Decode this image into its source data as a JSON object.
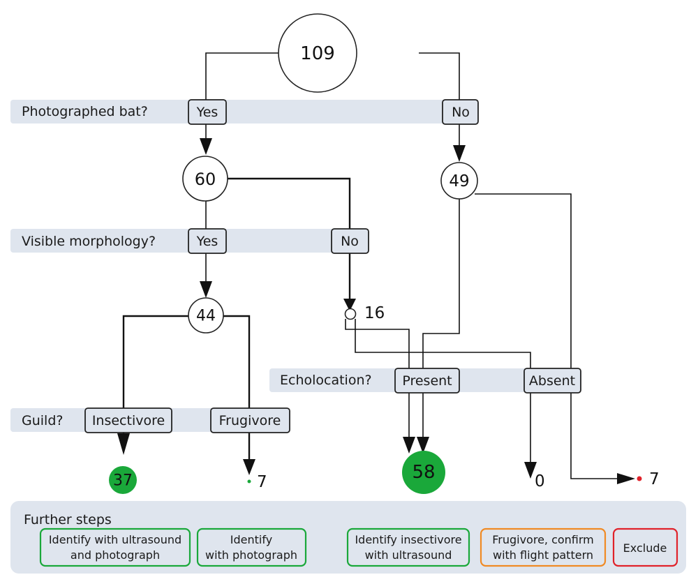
{
  "colors": {
    "green": "#1aa83a",
    "orange": "#f08a24",
    "red": "#e0222a",
    "band": "#dfe5ee",
    "ink": "#111111"
  },
  "questions": {
    "photographed": "Photographed bat?",
    "morphology": "Visible morphology?",
    "guild": "Guild?",
    "echolocation": "Echolocation?"
  },
  "answers": {
    "photographed_yes": "Yes",
    "photographed_no": "No",
    "morphology_yes": "Yes",
    "morphology_no": "No",
    "insectivore": "Insectivore",
    "frugivore": "Frugivore",
    "present": "Present",
    "absent": "Absent"
  },
  "nodes": {
    "root": "109",
    "photographed_yes": "60",
    "photographed_no": "49",
    "morphology_yes": "44",
    "morphology_no": "16"
  },
  "outcomes": {
    "insectivore": "37",
    "frugivore": "7",
    "present": "58",
    "absent": "0",
    "exclude": "7"
  },
  "further_steps": {
    "title": "Further steps",
    "steps": [
      {
        "line1": "Identify with ultrasound",
        "line2": "and  photograph",
        "color": "green"
      },
      {
        "line1": "Identify",
        "line2": "with  photograph",
        "color": "green"
      },
      {
        "line1": "Identify insectivore",
        "line2": "with  ultrasound",
        "color": "green"
      },
      {
        "line1": "Frugivore, confirm",
        "line2": "with flight pattern",
        "color": "orange"
      },
      {
        "line1": "Exclude",
        "line2": "",
        "color": "red"
      }
    ]
  }
}
